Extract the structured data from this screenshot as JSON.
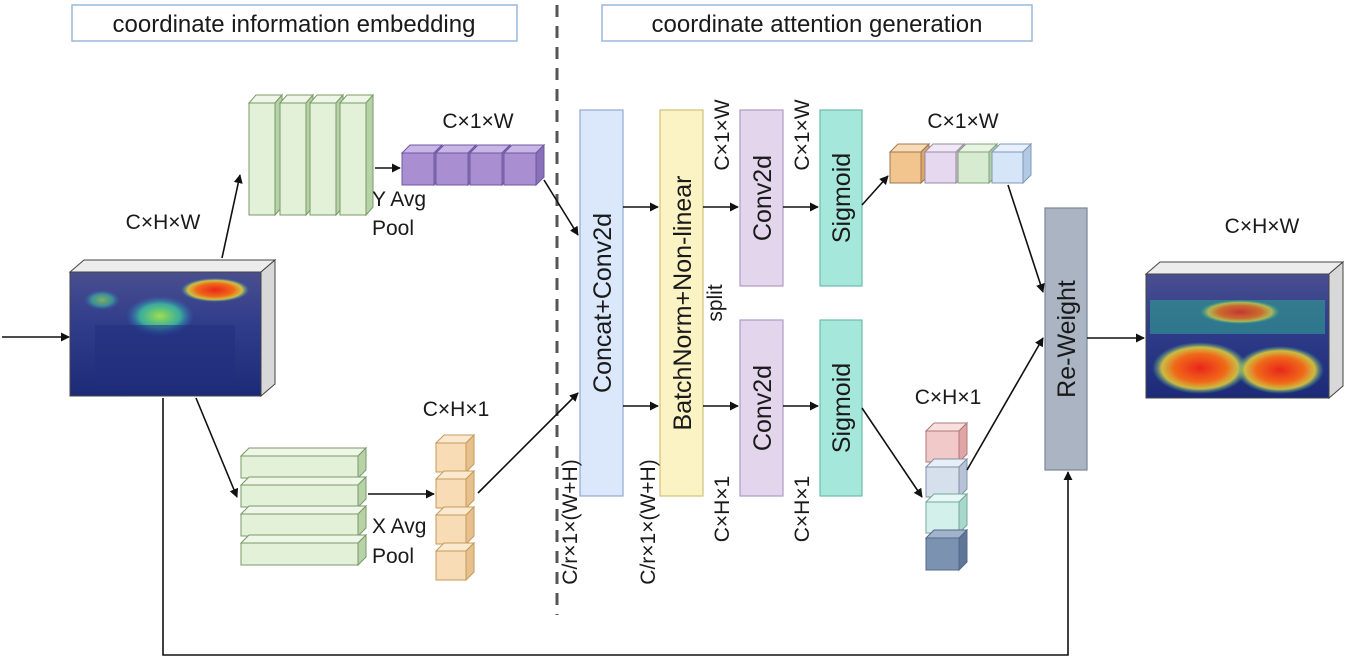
{
  "headers": {
    "embedding": "coordinate information embedding",
    "generation": "coordinate attention generation"
  },
  "labels": {
    "input_dims": "C×H×W",
    "y_pool_dims": "C×1×W",
    "y_pool_name_line1": "Y Avg",
    "y_pool_name_line2": "Pool",
    "x_pool_dims": "C×H×1",
    "x_pool_name_line1": "X Avg",
    "x_pool_name_line2": "Pool",
    "concat_dims": "C/r×1×(W+H)",
    "bn_dims": "C/r×1×(W+H)",
    "split": "split",
    "conv_top_dims": "C×1×W",
    "sig_top_dims": "C×1×W",
    "conv_bottom_dims": "C×H×1",
    "sig_bottom_dims": "C×H×1",
    "top_attention_dims": "C×1×W",
    "bottom_attention_dims": "C×H×1",
    "output_dims": "C×H×W"
  },
  "blocks": {
    "concat": "Concat+Conv2d",
    "batchnorm": "BatchNorm+Non-linear",
    "conv_top": "Conv2d",
    "conv_bottom": "Conv2d",
    "sigmoid_top": "Sigmoid",
    "sigmoid_bottom": "Sigmoid",
    "reweight": "Re-Weight"
  },
  "colors": {
    "green_cube": "#e2f1d7",
    "purple_cube": "#a98fd2",
    "peach_cube": "#f7dcb5",
    "concat_block": "#dbe8fb",
    "batchnorm_block": "#fbf3c3",
    "conv_block": "#e3d6ec",
    "sigmoid_block": "#a6e7dc",
    "reweight_block": "#aab4c2",
    "header_border": "#9ab7dc"
  },
  "top_attention_cubes": [
    "#f2c48e",
    "#e6d8ee",
    "#d6ebd0",
    "#d6e5f8"
  ],
  "bottom_attention_cubes": [
    "#f2c9c9",
    "#d6dfec",
    "#d3f1ea",
    "#7b93b1"
  ]
}
